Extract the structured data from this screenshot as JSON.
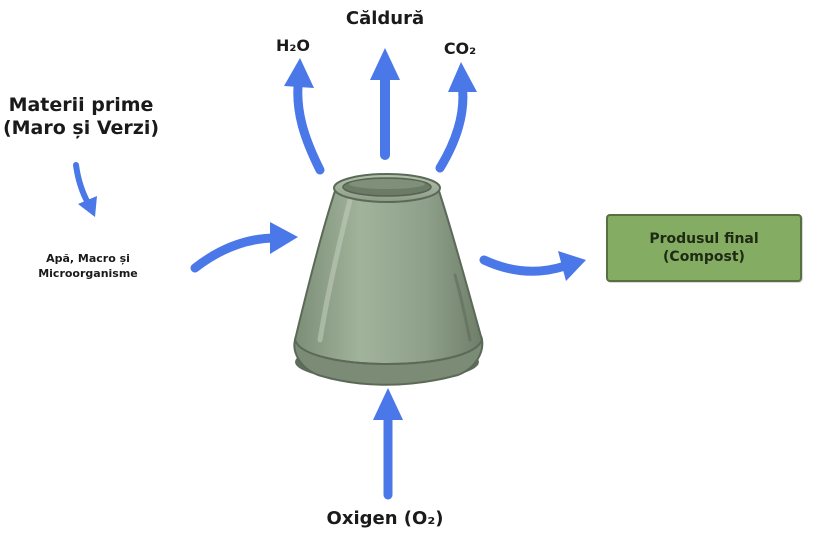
{
  "labels": {
    "heat": "Căldură",
    "water": "H₂O",
    "carbon_dioxide": "CO₂",
    "raw_materials_line1": "Materii prime",
    "raw_materials_line2": "(Maro și Verzi)",
    "inputs_line1": "Apă, Macro și",
    "inputs_line2": "Microorganisme",
    "oxygen": "Oxigen (O₂)"
  },
  "product": {
    "line1": "Produsul final",
    "line2": "(Compost)"
  },
  "colors": {
    "arrow": "#4a78e8",
    "vessel_body": "#94a68f",
    "vessel_dark": "#6c7c68",
    "product_fill": "#84ac62",
    "product_border": "#56703f"
  }
}
